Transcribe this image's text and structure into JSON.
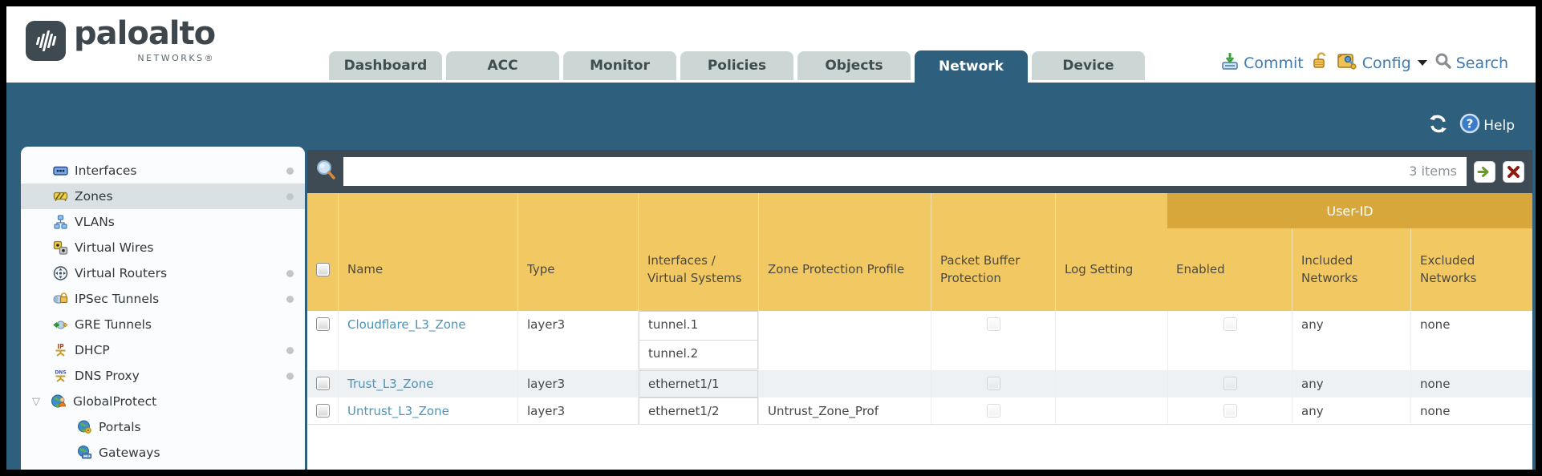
{
  "brand": {
    "name": "paloalto",
    "networks": "NETWORKS®"
  },
  "nav": {
    "tabs": [
      {
        "label": "Dashboard",
        "active": false
      },
      {
        "label": "ACC",
        "active": false
      },
      {
        "label": "Monitor",
        "active": false
      },
      {
        "label": "Policies",
        "active": false
      },
      {
        "label": "Objects",
        "active": false
      },
      {
        "label": "Network",
        "active": true
      },
      {
        "label": "Device",
        "active": false
      }
    ]
  },
  "header_utils": {
    "commit": "Commit",
    "config": "Config",
    "search": "Search"
  },
  "toolbar": {
    "help": "Help",
    "icons": [
      "refresh-icon",
      "help-icon"
    ]
  },
  "sidebar": {
    "items": [
      {
        "label": "Interfaces",
        "icon": "interfaces-icon",
        "selected": false,
        "has_dot": true,
        "level": 0
      },
      {
        "label": "Zones",
        "icon": "zones-icon",
        "selected": true,
        "has_dot": true,
        "level": 0
      },
      {
        "label": "VLANs",
        "icon": "vlans-icon",
        "selected": false,
        "has_dot": false,
        "level": 0
      },
      {
        "label": "Virtual Wires",
        "icon": "virtual-wires-icon",
        "selected": false,
        "has_dot": false,
        "level": 0
      },
      {
        "label": "Virtual Routers",
        "icon": "virtual-routers-icon",
        "selected": false,
        "has_dot": true,
        "level": 0
      },
      {
        "label": "IPSec Tunnels",
        "icon": "ipsec-tunnels-icon",
        "selected": false,
        "has_dot": true,
        "level": 0
      },
      {
        "label": "GRE Tunnels",
        "icon": "gre-tunnels-icon",
        "selected": false,
        "has_dot": false,
        "level": 0
      },
      {
        "label": "DHCP",
        "icon": "dhcp-icon",
        "selected": false,
        "has_dot": true,
        "level": 0
      },
      {
        "label": "DNS Proxy",
        "icon": "dns-proxy-icon",
        "selected": false,
        "has_dot": true,
        "level": 0
      },
      {
        "label": "GlobalProtect",
        "icon": "globalprotect-icon",
        "selected": false,
        "has_dot": false,
        "level": 0,
        "expanded": true
      },
      {
        "label": "Portals",
        "icon": "portals-icon",
        "selected": false,
        "has_dot": false,
        "level": 1
      },
      {
        "label": "Gateways",
        "icon": "gateways-icon",
        "selected": false,
        "has_dot": false,
        "level": 1
      }
    ]
  },
  "filter": {
    "value": "",
    "count": "3 items"
  },
  "table": {
    "group_header": "User-ID",
    "columns": {
      "name": "Name",
      "type": "Type",
      "interfaces": "Interfaces / Virtual Systems",
      "zpp": "Zone Protection Profile",
      "pbp": "Packet Buffer Protection",
      "log": "Log Setting",
      "enabled": "Enabled",
      "included": "Included Networks",
      "excluded": "Excluded Networks"
    },
    "rows": [
      {
        "name": "Cloudflare_L3_Zone",
        "type": "layer3",
        "interfaces": [
          "tunnel.1",
          "tunnel.2"
        ],
        "zone_protection_profile": "",
        "packet_buffer_protection": false,
        "log_setting": "",
        "user_id_enabled": false,
        "included_networks": "any",
        "excluded_networks": "none"
      },
      {
        "name": "Trust_L3_Zone",
        "type": "layer3",
        "interfaces": [
          "ethernet1/1"
        ],
        "zone_protection_profile": "",
        "packet_buffer_protection": false,
        "log_setting": "",
        "user_id_enabled": false,
        "included_networks": "any",
        "excluded_networks": "none"
      },
      {
        "name": "Untrust_L3_Zone",
        "type": "layer3",
        "interfaces": [
          "ethernet1/2"
        ],
        "zone_protection_profile": "Untrust_Zone_Prof",
        "packet_buffer_protection": false,
        "log_setting": "",
        "user_id_enabled": false,
        "included_networks": "any",
        "excluded_networks": "none"
      }
    ]
  },
  "colors": {
    "teal": "#2e5f7d",
    "header_orange": "#f2c863",
    "group_band_orange": "#d8a73c",
    "filter_bar_slate": "#3e4a54",
    "link_blue": "#4b94ba",
    "util_blue": "#3e7cb1",
    "alt_row": "#edf1f4",
    "tab_inactive": "#ccd6d4"
  }
}
